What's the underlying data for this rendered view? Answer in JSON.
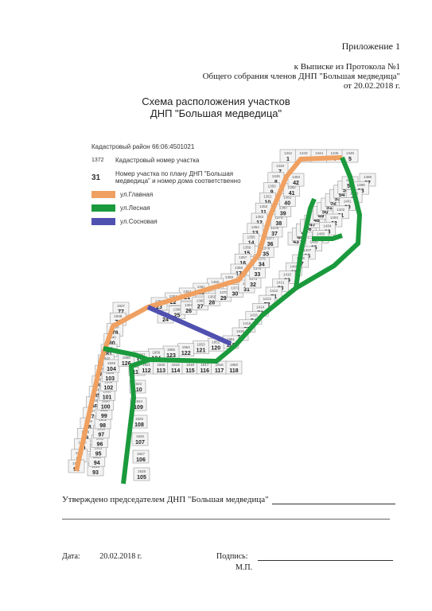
{
  "header": {
    "appendix": "Приложение 1",
    "line1": "к Выписке из Протокола №1",
    "line2": "Общего собрания членов ДНП \"Большая медведица\"",
    "line3": "от 20.02.2018 г."
  },
  "scheme": {
    "title1": "Схема расположения участков",
    "title2": "ДНП \"Большая медведица\""
  },
  "legend": {
    "district": "Кадастровый район 66:06:4501021",
    "cad_sample": "1372",
    "cad_text": "Кадастровый номер участка",
    "plot_sample": "31",
    "plot_text": "Номер участка по плану ДНП \"Большая медведица\" и номер дома соответственно",
    "roads": [
      {
        "name": "ул.Главная",
        "color": "#f0a060"
      },
      {
        "name": "ул.Лесная",
        "color": "#1a9a3c"
      },
      {
        "name": "ул.Сосновая",
        "color": "#5050b0"
      }
    ]
  },
  "plots": [
    {
      "n": "1",
      "c": "1342"
    },
    {
      "n": "2",
      "c": "1343"
    },
    {
      "n": "3",
      "c": "1344"
    },
    {
      "n": "4",
      "c": "1345"
    },
    {
      "n": "5",
      "c": "1346"
    },
    {
      "n": "7",
      "c": "1348"
    },
    {
      "n": "8",
      "c": "1349"
    },
    {
      "n": "9",
      "c": "1350"
    },
    {
      "n": "10",
      "c": "1351"
    },
    {
      "n": "11",
      "c": "1352"
    },
    {
      "n": "12",
      "c": "1353"
    },
    {
      "n": "13",
      "c": "1354"
    },
    {
      "n": "14",
      "c": "1355"
    },
    {
      "n": "15",
      "c": "1356"
    },
    {
      "n": "16",
      "c": "1357"
    },
    {
      "n": "17",
      "c": "1358"
    },
    {
      "n": "18",
      "c": "1359"
    },
    {
      "n": "19",
      "c": "1360"
    },
    {
      "n": "20",
      "c": "1361"
    },
    {
      "n": "21",
      "c": "1362"
    },
    {
      "n": "22",
      "c": "1363"
    },
    {
      "n": "23",
      "c": "1364"
    },
    {
      "n": "24",
      "c": "1365"
    },
    {
      "n": "25",
      "c": "1366"
    },
    {
      "n": "26",
      "c": "1367"
    },
    {
      "n": "27",
      "c": "1368"
    },
    {
      "n": "28",
      "c": "1369"
    },
    {
      "n": "29",
      "c": "1370"
    },
    {
      "n": "30",
      "c": "1371"
    },
    {
      "n": "31",
      "c": "1372"
    },
    {
      "n": "32",
      "c": "1373"
    },
    {
      "n": "33",
      "c": "1374"
    },
    {
      "n": "34",
      "c": "1375"
    },
    {
      "n": "35",
      "c": "1376"
    },
    {
      "n": "36",
      "c": "1377"
    },
    {
      "n": "37",
      "c": "1378"
    },
    {
      "n": "38",
      "c": "1379"
    },
    {
      "n": "39",
      "c": "1380"
    },
    {
      "n": "40",
      "c": "1381"
    },
    {
      "n": "41",
      "c": "1382"
    },
    {
      "n": "42",
      "c": "1383"
    },
    {
      "n": "43",
      "c": "1384"
    },
    {
      "n": "44",
      "c": "1385"
    },
    {
      "n": "45",
      "c": "1386"
    },
    {
      "n": "46",
      "c": "1387"
    },
    {
      "n": "47",
      "c": "1388"
    },
    {
      "n": "48",
      "c": "1389"
    },
    {
      "n": "49",
      "c": "1390"
    },
    {
      "n": "50",
      "c": "1391"
    },
    {
      "n": "51",
      "c": "1392"
    },
    {
      "n": "52",
      "c": "1393"
    },
    {
      "n": "53",
      "c": "1394"
    },
    {
      "n": "54",
      "c": "1395"
    },
    {
      "n": "55",
      "c": "1396"
    },
    {
      "n": "56",
      "c": "1397"
    },
    {
      "n": "57",
      "c": "1398"
    },
    {
      "n": "58",
      "c": "1399"
    },
    {
      "n": "59",
      "c": "1400"
    },
    {
      "n": "60",
      "c": "1401"
    },
    {
      "n": "61",
      "c": "1402"
    },
    {
      "n": "62",
      "c": "1403"
    },
    {
      "n": "63",
      "c": "1404"
    },
    {
      "n": "64",
      "c": "1405"
    },
    {
      "n": "65",
      "c": "1406"
    },
    {
      "n": "66",
      "c": "1407"
    },
    {
      "n": "67",
      "c": "1408"
    },
    {
      "n": "68",
      "c": "1409"
    },
    {
      "n": "69",
      "c": "1410"
    },
    {
      "n": "70",
      "c": "1411"
    },
    {
      "n": "71",
      "c": "1412"
    },
    {
      "n": "72",
      "c": "1413"
    },
    {
      "n": "73",
      "c": "1414"
    },
    {
      "n": "74",
      "c": "1415"
    },
    {
      "n": "75",
      "c": "1416"
    },
    {
      "n": "76",
      "c": "1936"
    },
    {
      "n": "77",
      "c": "1937"
    },
    {
      "n": "78",
      "c": "1938"
    },
    {
      "n": "79",
      "c": "1939"
    },
    {
      "n": "80",
      "c": "1940"
    },
    {
      "n": "81",
      "c": "1941"
    },
    {
      "n": "82",
      "c": "1942"
    },
    {
      "n": "83",
      "c": "1943"
    },
    {
      "n": "84",
      "c": "1944"
    },
    {
      "n": "85",
      "c": "1945"
    },
    {
      "n": "86",
      "c": "1946"
    },
    {
      "n": "87",
      "c": "1947"
    },
    {
      "n": "88",
      "c": "1948"
    },
    {
      "n": "89",
      "c": "1949"
    },
    {
      "n": "90",
      "c": "1950"
    },
    {
      "n": "91",
      "c": "1951"
    },
    {
      "n": "92",
      "c": "1915"
    },
    {
      "n": "93",
      "c": "1914"
    },
    {
      "n": "94",
      "c": "1913"
    },
    {
      "n": "95",
      "c": "1912"
    },
    {
      "n": "96",
      "c": "1911"
    },
    {
      "n": "97",
      "c": "1910"
    },
    {
      "n": "98",
      "c": "1932"
    },
    {
      "n": "99",
      "c": "1931"
    },
    {
      "n": "100",
      "c": "1930"
    },
    {
      "n": "101",
      "c": "1933"
    },
    {
      "n": "102",
      "c": "1934"
    },
    {
      "n": "103",
      "c": "1935"
    },
    {
      "n": "104",
      "c": "1929"
    },
    {
      "n": "105",
      "c": "1928"
    },
    {
      "n": "106",
      "c": "1927"
    },
    {
      "n": "107",
      "c": "1926"
    },
    {
      "n": "108",
      "c": "1925"
    },
    {
      "n": "109",
      "c": "1924"
    },
    {
      "n": "110",
      "c": "1923"
    },
    {
      "n": "111",
      "c": "1922"
    },
    {
      "n": "112",
      "c": "1921"
    },
    {
      "n": "113",
      "c": "1920"
    },
    {
      "n": "114",
      "c": "1919"
    },
    {
      "n": "115",
      "c": "1918"
    },
    {
      "n": "116",
      "c": "1917"
    },
    {
      "n": "117",
      "c": "1916"
    },
    {
      "n": "118",
      "c": "1960"
    },
    {
      "n": "119",
      "c": "1961"
    },
    {
      "n": "120",
      "c": "1952"
    },
    {
      "n": "121",
      "c": "1953"
    },
    {
      "n": "122",
      "c": "1954"
    },
    {
      "n": "123",
      "c": "1955"
    },
    {
      "n": "124",
      "c": "1956"
    },
    {
      "n": "125",
      "c": "1957"
    },
    {
      "n": "126",
      "c": "1958"
    }
  ],
  "approval": {
    "text": "Утверждено председателем ДНП \"Большая медведица\""
  },
  "footer": {
    "date_label": "Дата:",
    "date_value": "20.02.2018 г.",
    "signature_label": "Подпись:",
    "seal_label": "М.П."
  }
}
